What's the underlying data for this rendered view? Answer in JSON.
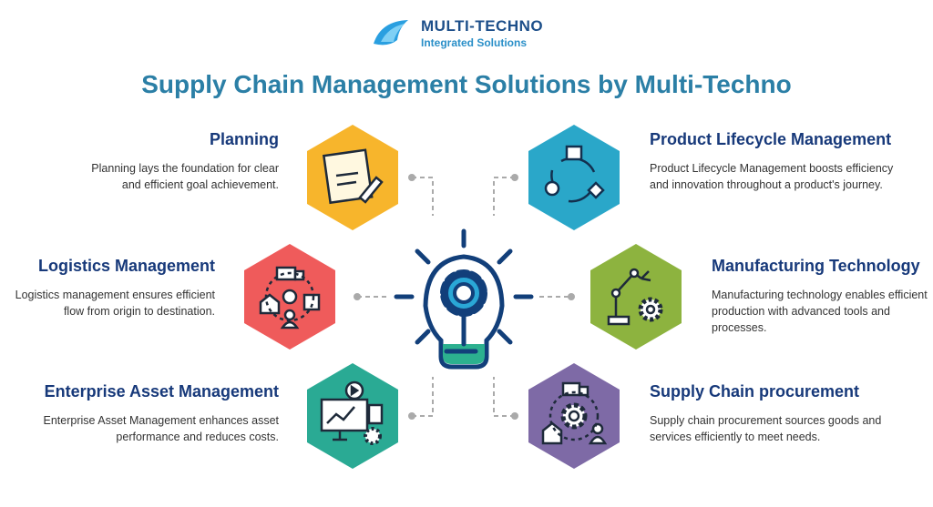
{
  "logo": {
    "brand": "MULTI-TECHNO",
    "tagline": "Integrated Solutions"
  },
  "title": "Supply Chain Management Solutions by Multi-Techno",
  "items": [
    {
      "title": "Planning",
      "text": "Planning lays the foundation for clear and efficient goal achievement.",
      "color": "#F7B52C",
      "icon": "planning-notepad-icon"
    },
    {
      "title": "Product  Lifecycle Management",
      "text": "Product Lifecycle Management boosts efficiency and innovation throughout a product's journey.",
      "color": "#2AA7C9",
      "icon": "lifecycle-cycle-icon"
    },
    {
      "title": "Logistics Management",
      "text": "Logistics management ensures efficient flow from origin to destination.",
      "color": "#EF5B5B",
      "icon": "logistics-network-icon"
    },
    {
      "title": "Manufacturing Technology",
      "text": "Manufacturing technology enables efficient production with advanced tools and processes.",
      "color": "#8DB33F",
      "icon": "robot-arm-icon"
    },
    {
      "title": "Enterprise Asset Management",
      "text": "Enterprise Asset Management enhances asset performance and reduces costs.",
      "color": "#2AAA94",
      "icon": "asset-monitor-icon"
    },
    {
      "title": "Supply Chain procurement",
      "text": "Supply chain procurement sources goods and services efficiently to meet needs.",
      "color": "#7E6AA6",
      "icon": "procurement-icon"
    }
  ]
}
